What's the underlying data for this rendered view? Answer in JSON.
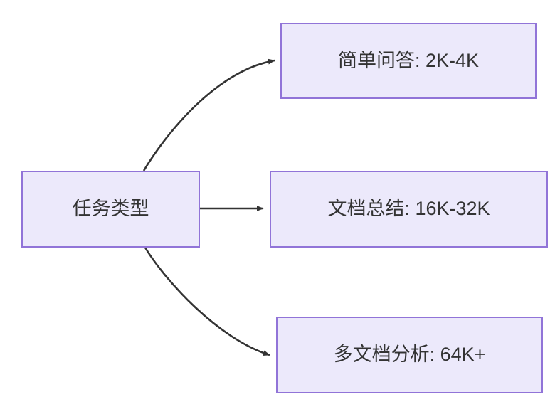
{
  "diagram": {
    "type": "flowchart",
    "direction": "left-to-right",
    "background_color": "#ffffff",
    "node_fill_color": "#ece9fb",
    "node_border_color": "#9174d8",
    "node_text_color": "#333333",
    "edge_color": "#333333",
    "nodes": [
      {
        "id": "source",
        "label": "任务类型"
      },
      {
        "id": "simple-qa",
        "label": "简单问答: 2K-4K"
      },
      {
        "id": "doc-summary",
        "label": "文档总结: 16K-32K"
      },
      {
        "id": "multi-doc",
        "label": "多文档分析: 64K+"
      }
    ],
    "edges": [
      {
        "from": "source",
        "to": "simple-qa",
        "style": "curved-arrow",
        "label": ""
      },
      {
        "from": "source",
        "to": "doc-summary",
        "style": "straight-arrow",
        "label": ""
      },
      {
        "from": "source",
        "to": "multi-doc",
        "style": "curved-arrow",
        "label": ""
      }
    ]
  }
}
